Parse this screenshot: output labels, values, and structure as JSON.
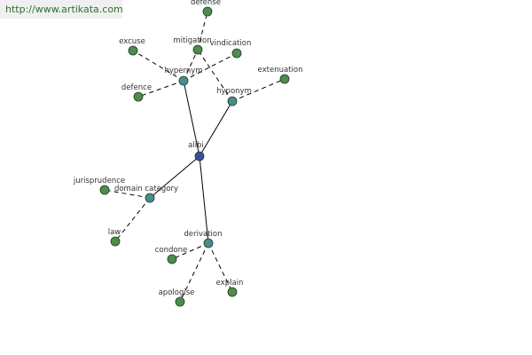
{
  "site_url": "http://www.artikata.com",
  "colors": {
    "center_node": "#3d4d9a",
    "relation_node": "#4a8c8c",
    "leaf_node": "#4e8c4e",
    "banner_text": "#2f6e2f"
  },
  "nodes": {
    "alibi": "alibi",
    "hypernym": "hypernym",
    "hyponym": "hyponym",
    "domain_category": "domain category",
    "derivation": "derivation",
    "defense": "defense",
    "mitigation": "mitigation",
    "excuse": "excuse",
    "vindication": "vindication",
    "defence": "defence",
    "extenuation": "extenuation",
    "jurisprudence": "jurisprudence",
    "law": "law",
    "condone": "condone",
    "apologise": "apologise",
    "explain": "explain"
  }
}
